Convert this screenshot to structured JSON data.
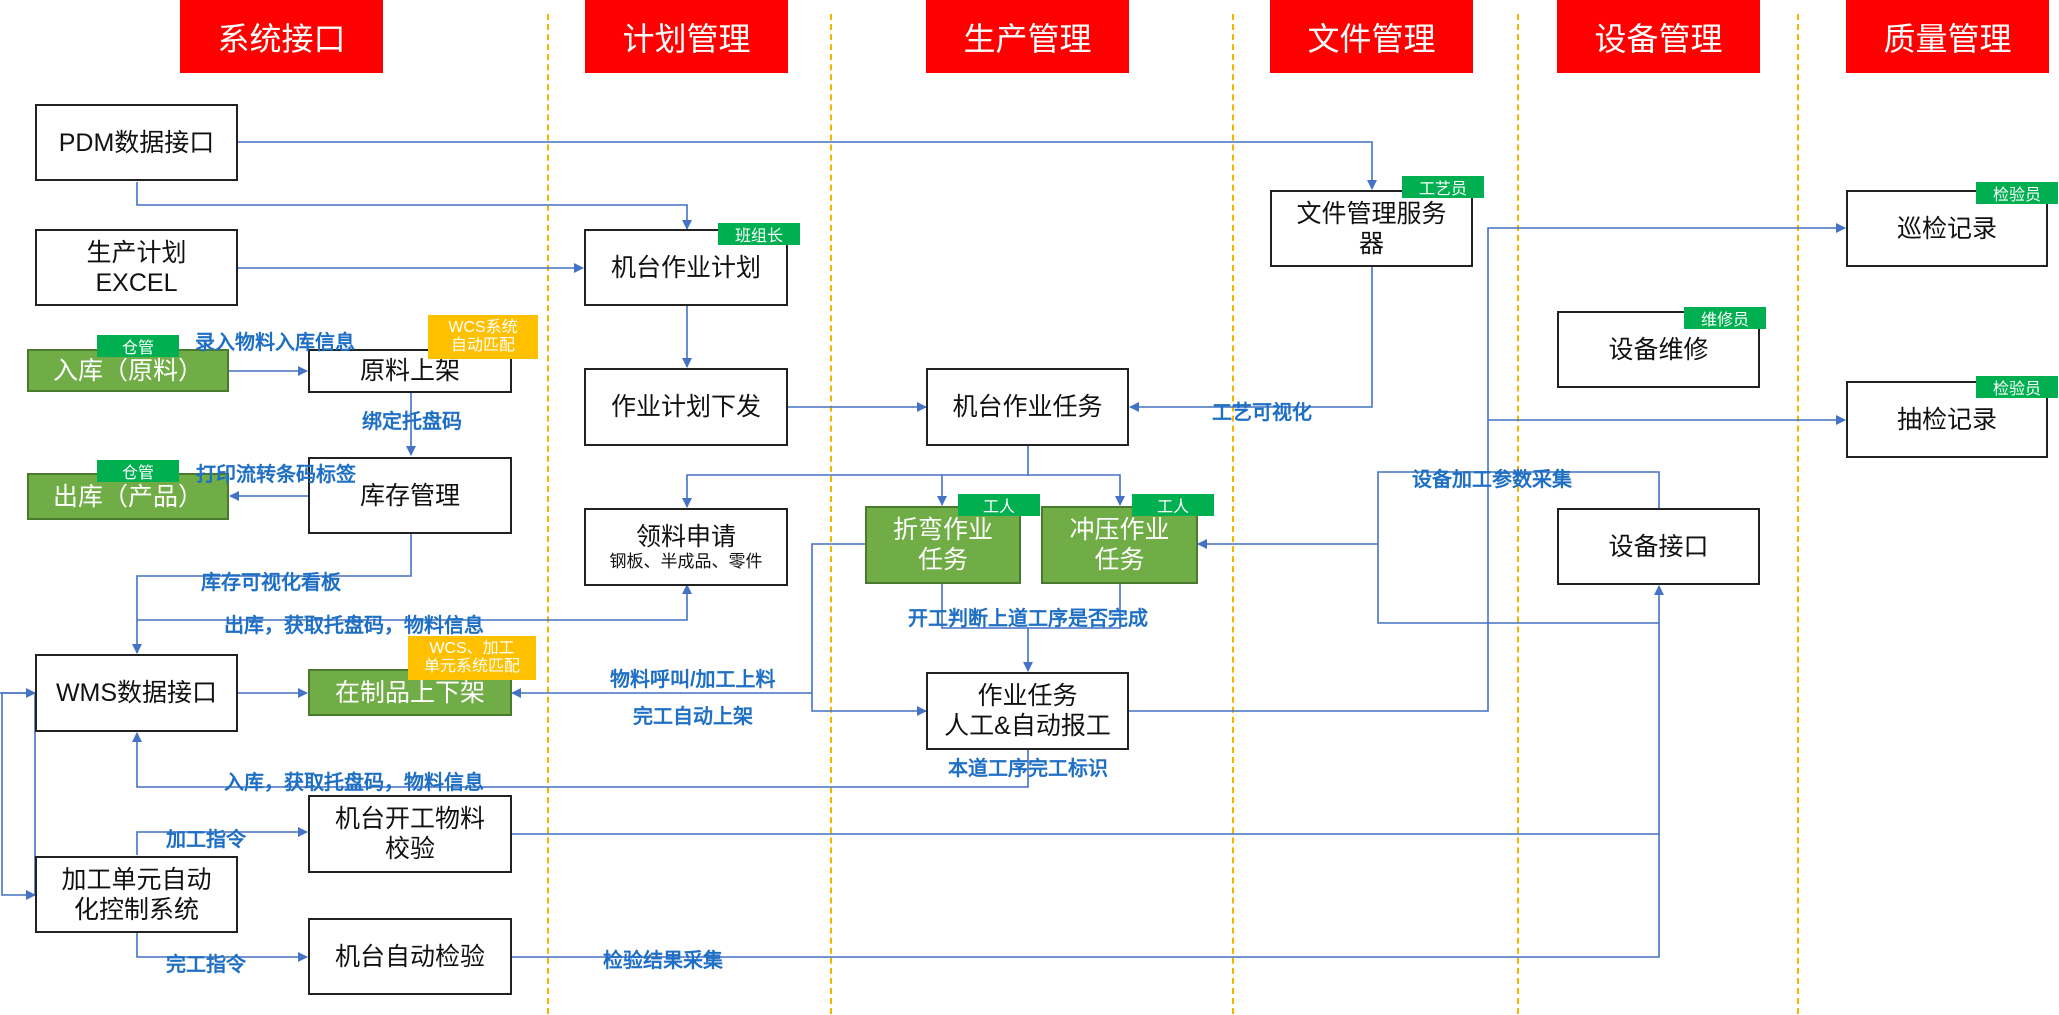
{
  "headers": [
    "系统接口",
    "计划管理",
    "生产管理",
    "文件管理",
    "设备管理",
    "质量管理"
  ],
  "boxes": {
    "pdm": "PDM数据接口",
    "prod_plan": "生产计划\nEXCEL",
    "inbound_raw": "入库（原料）",
    "raw_shelf": "原料上架",
    "outbound_prod": "出库（产品）",
    "inventory": "库存管理",
    "wms": "WMS数据接口",
    "wip_shelf": "在制品上下架",
    "cell_ctrl": "加工单元自动\n化控制系统",
    "machine_check": "机台开工物料\n校验",
    "auto_inspect": "机台自动检验",
    "machine_plan": "机台作业计划",
    "plan_issue": "作业计划下发",
    "material_req_title": "领料申请",
    "material_req_sub": "钢板、半成品、零件",
    "machine_task": "机台作业任务",
    "bend_task": "折弯作业\n任务",
    "punch_task": "冲压作业\n任务",
    "job_report": "作业任务\n人工&自动报工",
    "file_server": "文件管理服务\n器",
    "equip_repair": "设备维修",
    "equip_interface": "设备接口",
    "patrol_record": "巡检记录",
    "sample_record": "抽检记录"
  },
  "tags": {
    "warehouse1": "仓管",
    "warehouse2": "仓管",
    "wcs1": "WCS系统\n自动匹配",
    "wcs2": "WCS、加工\n单元系统匹配",
    "team_leader": "班组长",
    "worker1": "工人",
    "worker2": "工人",
    "technologist": "工艺员",
    "repairman": "维修员",
    "inspector1": "检验员",
    "inspector2": "检验员"
  },
  "labels": {
    "enter_material": "录入物料入库信息",
    "bind_pallet": "绑定托盘码",
    "print_label": "打印流转条码标签",
    "inventory_board": "库存可视化看板",
    "out_pallet": "出库，获取托盘码，物料信息",
    "material_call": "物料呼叫/加工上料",
    "finish_shelf": "完工自动上架",
    "in_pallet": "入库，获取托盘码，物料信息",
    "process_cmd": "加工指令",
    "finish_cmd": "完工指令",
    "inspect_collect": "检验结果采集",
    "process_visual": "工艺可视化",
    "param_collect": "设备加工参数采集",
    "start_judge": "开工判断上道工序是否完成",
    "step_done": "本道工序完工标识"
  },
  "colors": {
    "header": "#ff0000",
    "divider": "#f5b400",
    "arrow": "#4472c4",
    "green_box": "#70ad47",
    "green_tag": "#00b050",
    "yellow_tag": "#ffc000",
    "label_text": "#1f6fc4"
  }
}
